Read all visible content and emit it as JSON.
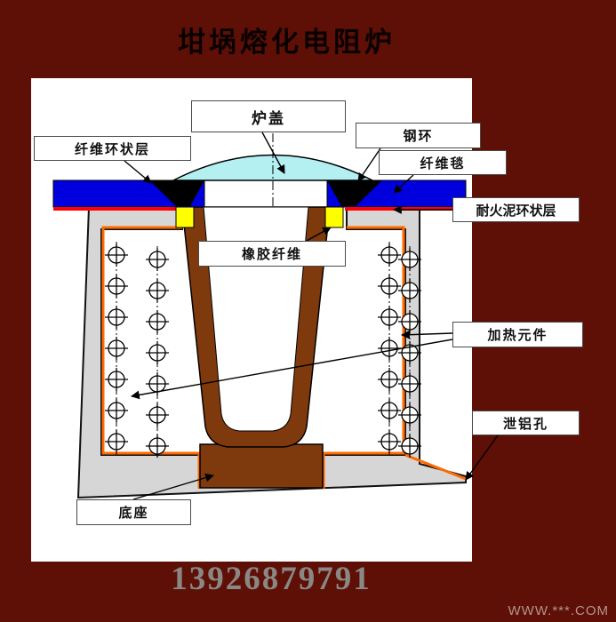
{
  "title": "坩埚熔化电阻炉",
  "phone": "13926879791",
  "watermark": "WWW.***.COM",
  "labels": {
    "lid": "炉盖",
    "steel_ring": "钢环",
    "fiber_ring_layer": "纤维环状层",
    "fiber_blanket": "纤维毯",
    "refractory_ring_layer": "耐火泥环状层",
    "rubber_fiber": "橡胶纤维",
    "heating_element": "加热元件",
    "aluminum_drain_hole": "泄铝孔",
    "base": "底座"
  },
  "colors": {
    "background": "#5E1007",
    "canvas": "#FFFFFF",
    "furnace_body": "#D6D6D6",
    "lining_orange": "#FF6A00",
    "crucible_brown": "#7E3A0C",
    "fiber_blue": "#0000DE",
    "lid_cyan": "#B4EFF2",
    "seal_yellow": "#FFFF00",
    "refractory_red": "#FF0000",
    "steel_black": "#000000",
    "phone_text": "#8A8884",
    "watermark_text": "#B3948C",
    "title_text": "#0A0000"
  }
}
